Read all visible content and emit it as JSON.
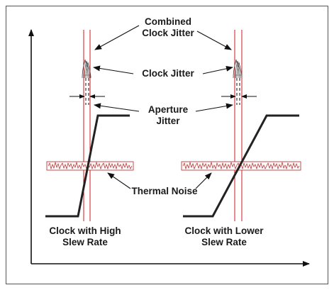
{
  "labels": {
    "combined_clock_jitter_line1": "Combined",
    "combined_clock_jitter_line2": "Clock Jitter",
    "clock_jitter": "Clock Jitter",
    "aperture_jitter_line1": "Aperture",
    "aperture_jitter_line2": "Jitter",
    "thermal_noise": "Thermal Noise",
    "high_slew_line1": "Clock with High",
    "high_slew_line2": "Slew Rate",
    "low_slew_line1": "Clock with Lower",
    "low_slew_line2": "Slew Rate"
  },
  "colors": {
    "clock_edge": "#222222",
    "jitter_marker": "#d0141e",
    "noise_band": "#b22a2a",
    "axis": "#111111",
    "frame": "#555555"
  }
}
